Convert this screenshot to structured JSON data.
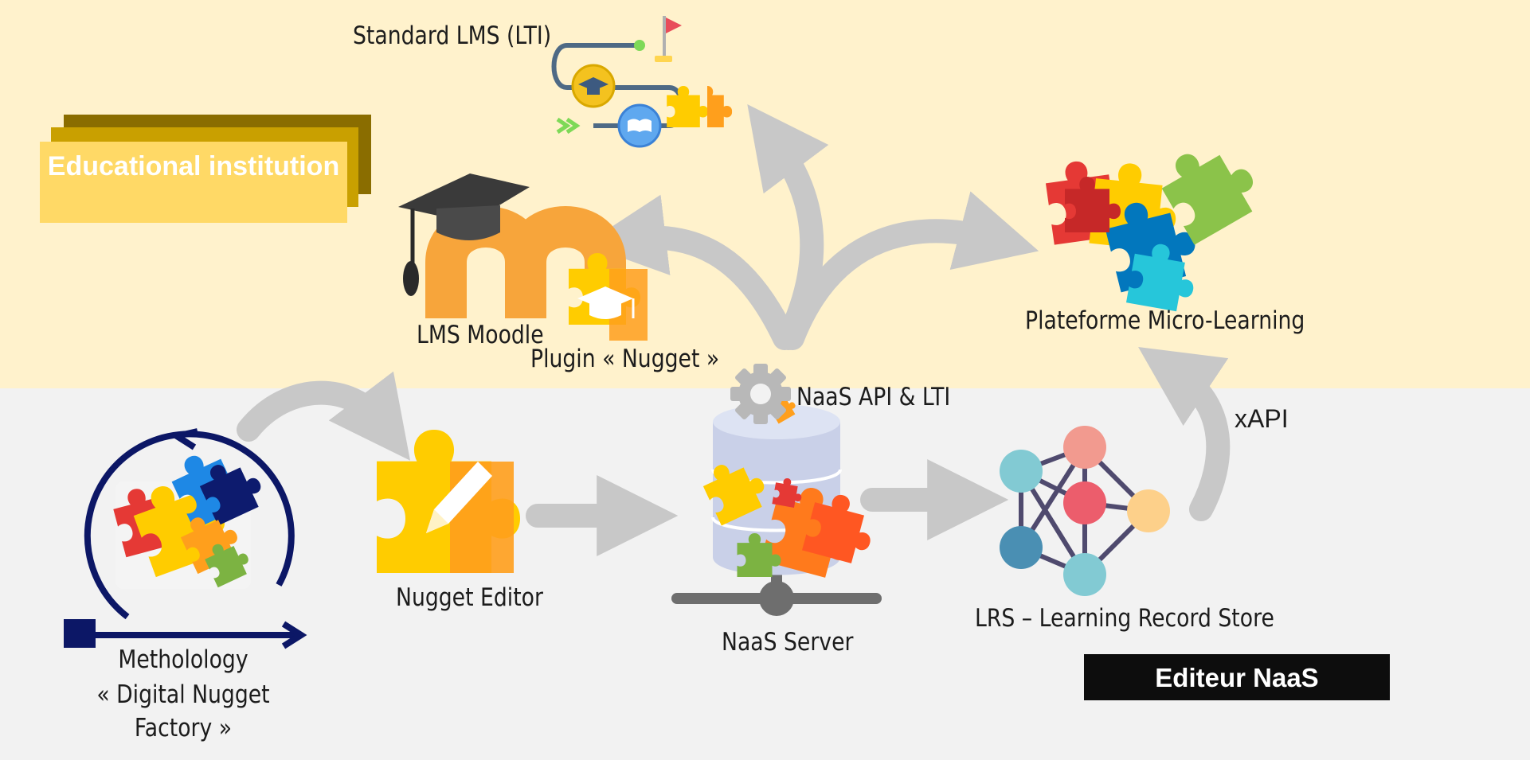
{
  "zones": {
    "institution": {
      "label": "Educational institution",
      "band_color": "#fff2cc",
      "box_color": "#ffd966",
      "box_shadow_1": "#c9a000",
      "box_shadow_2": "#8a6d00",
      "text_color": "#ffffff"
    },
    "naas": {
      "label": "Editeur NaaS",
      "band_color": "#f2f2f2",
      "box_color": "#0d0d0d",
      "text_color": "#ffffff"
    }
  },
  "nodes": {
    "standard_lms": {
      "label": "Standard LMS (LTI)",
      "icon": "learning-path-icon"
    },
    "lms_moodle": {
      "label": "LMS Moodle",
      "icon": "moodle-logo-icon"
    },
    "plugin": {
      "label": "Plugin « Nugget »",
      "icon": "puzzle-graduation-cap-icon"
    },
    "microlearning": {
      "label": "Plateforme Micro-Learning",
      "icon": "puzzle-pieces-icon"
    },
    "methodology": {
      "label_line1": "Metholology",
      "label_line2": "« Digital Nugget",
      "label_line3": "Factory »",
      "icon": "cycle-puzzle-icon"
    },
    "editor": {
      "label": "Nugget Editor",
      "icon": "puzzle-pencil-icon"
    },
    "server": {
      "label": "NaaS Server",
      "icon": "database-server-icon"
    },
    "api": {
      "label": "NaaS API & LTI",
      "icon": "gear-icon"
    },
    "lrs": {
      "label": "LRS – Learning Record Store",
      "icon": "network-graph-icon"
    },
    "xapi": {
      "label": "xAPI"
    }
  },
  "colors": {
    "arrow": "#c8c8c8",
    "navy": "#0c1766",
    "moodle_orange": "#f7a53b",
    "cap_dark": "#3a3a3a",
    "puzzle_yellow": "#ffcc00",
    "puzzle_orange": "#ff9f1c",
    "puzzle_red": "#e53935",
    "puzzle_blue": "#1e88e5",
    "puzzle_green": "#7cb342",
    "puzzle_cyan": "#26c6da",
    "db_body": "#c9d0e8",
    "db_top": "#dde3f3",
    "server_gray": "#6e6e6e",
    "node_teal": "#82cad3",
    "node_pink": "#f29a8f",
    "node_red": "#ec5d6c",
    "node_peach": "#fdd08a",
    "node_blue": "#4a8fb3",
    "edge_purple": "#4f4a6e"
  }
}
